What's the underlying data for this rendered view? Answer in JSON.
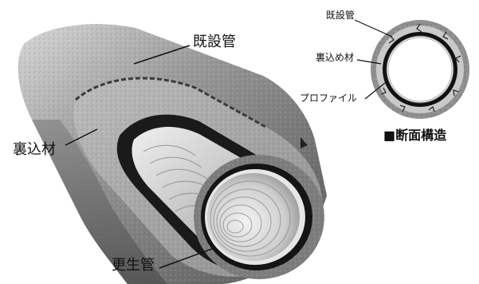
{
  "main_diagram": {
    "labels": {
      "existing_pipe": "既設管",
      "backfill_material": "裏込材",
      "renewed_pipe": "更生管"
    }
  },
  "cross_section": {
    "heading": "■断面構造",
    "labels": {
      "existing_pipe": "既設管",
      "backfill_material": "裏込め材",
      "profile": "プロファイル"
    }
  }
}
